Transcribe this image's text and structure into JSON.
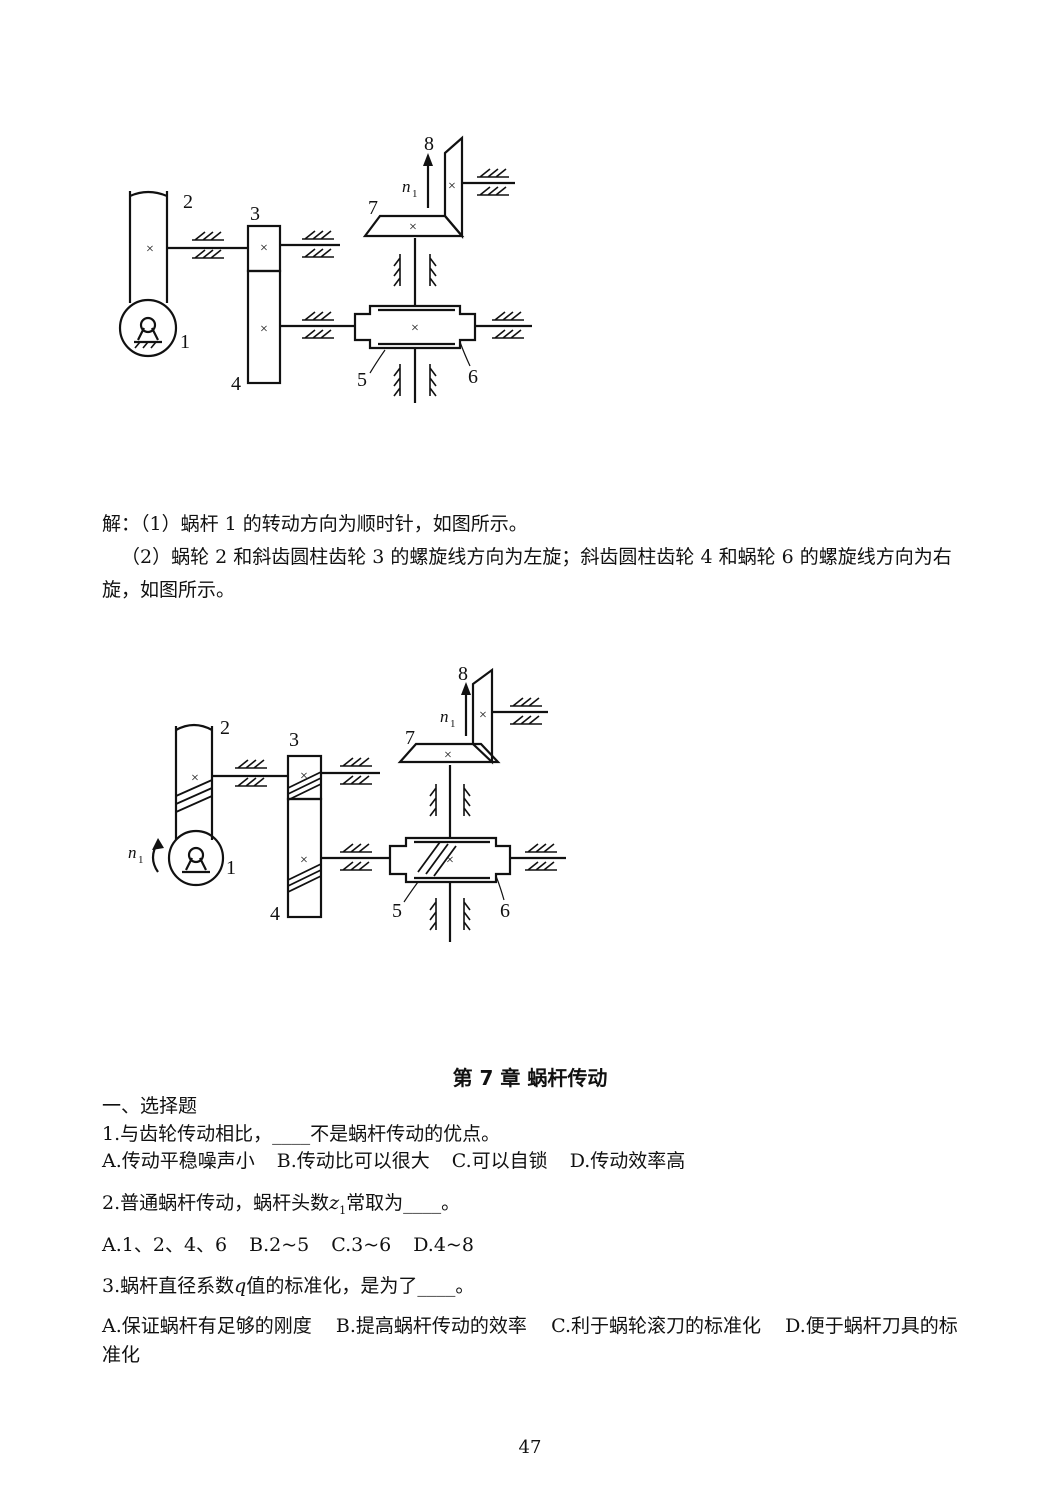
{
  "figure1": {
    "labels": [
      "1",
      "2",
      "3",
      "4",
      "5",
      "6",
      "7",
      "8"
    ],
    "speed_label": "n",
    "speed_sub": "1"
  },
  "figure2": {
    "labels": [
      "1",
      "2",
      "3",
      "4",
      "5",
      "6",
      "7",
      "8"
    ],
    "speed_label": "n",
    "speed_sub": "1",
    "input_speed_label": "n",
    "input_speed_sub": "1"
  },
  "solution": {
    "line1": "解：（1）蜗杆 1 的转动方向为顺时针，如图所示。",
    "line2": "（2）蜗轮 2 和斜齿圆柱齿轮 3 的螺旋线方向为左旋；斜齿圆柱齿轮 4 和蜗轮 6 的螺旋线方向为右旋，如图所示。"
  },
  "chapter_title": "第 7 章  蜗杆传动",
  "section_title": "一、选择题",
  "questions": [
    {
      "stem_a": "1.与齿轮传动相比，",
      "blank": "____",
      "stem_b": "不是蜗杆传动的优点。",
      "options": [
        "A.传动平稳噪声小",
        "B.传动比可以很大",
        "C.可以自锁",
        "D.传动效率高"
      ]
    },
    {
      "stem_a": "2.普通蜗杆传动，蜗杆头数",
      "var": "z",
      "var_sub": "1",
      "stem_b": "常取为",
      "blank": "____",
      "stem_c": "。",
      "options": [
        "A.1、2、4、6",
        "B.2~5",
        "C.3~6",
        "D.4~8"
      ]
    },
    {
      "stem_a": "3.蜗杆直径系数",
      "var": "q",
      "stem_b": "值的标准化，是为了",
      "blank": "____",
      "stem_c": "。",
      "options_line": "A.保证蜗杆有足够的刚度    B.提高蜗杆传动的效率    C.利于蜗轮滚刀的标准化    D.便于蜗杆刀具的标准化"
    }
  ],
  "page_number": "47"
}
